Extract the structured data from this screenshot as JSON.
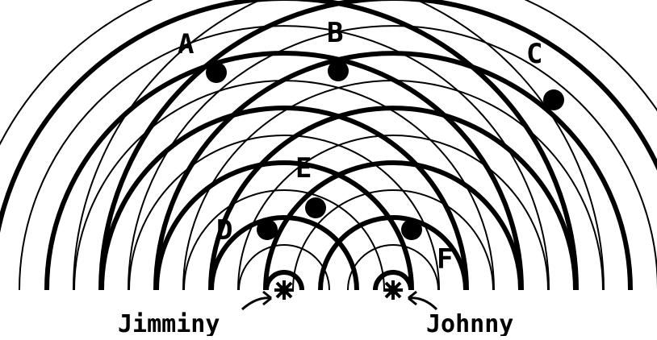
{
  "diagram": {
    "point_labels": {
      "A": "A",
      "B": "B",
      "C": "C",
      "D": "D",
      "E": "E",
      "F": "F"
    },
    "sources": {
      "left": "Jimminy",
      "right": "Johnny"
    },
    "wavefront_count": 12,
    "colors": {
      "ink": "#000000",
      "background": "#ffffff"
    }
  }
}
